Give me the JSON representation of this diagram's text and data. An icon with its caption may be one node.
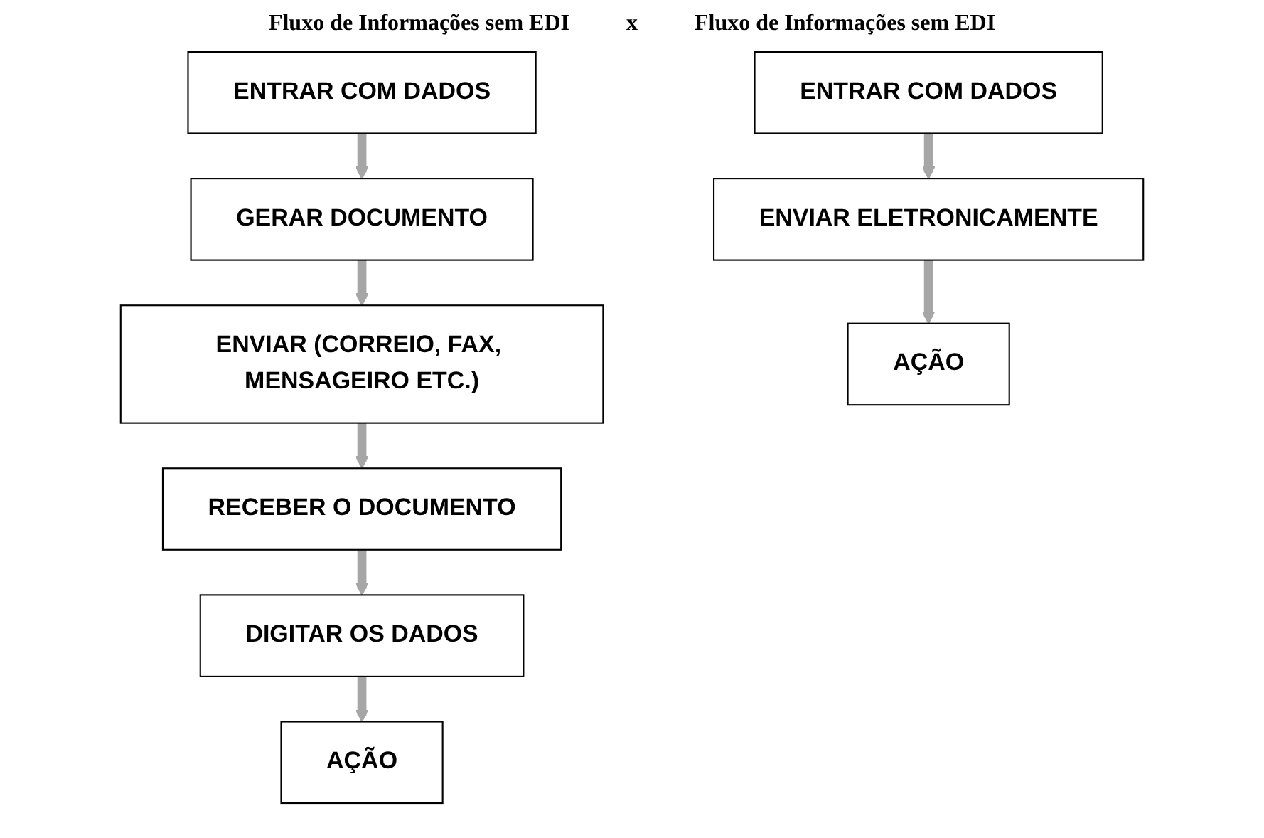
{
  "diagram": {
    "nodes": [
      {
        "text": [
          "ENTRAR COM DADOS"
        ]
      },
      {
        "text": [
          "ENTRAR COM DADOS"
        ]
      },
      {
        "text": [
          "GERAR DOCUMENTO"
        ]
      },
      {
        "text": [
          "ENVIAR (CORREIO, FAX, MENSAGEIRO ETC.)"
        ]
      },
      {
        "text": [
          "ENVIAR ELETRONICAMENTE"
        ]
      },
      {
        "text": [
          "RECEBER O DOCUMENTO"
        ]
      },
      {
        "text": [
          "DIGITAR OS DADOS"
        ]
      },
      {
        "text": [
          "AÇÃO"
        ]
      },
      {
        "text": [
          "AÇÃO"
        ]
      }
    ],
    "edges": [
      {
        "from": 0,
        "to": 2,
        "arrow": "to"
      },
      {
        "from": 2,
        "to": 3,
        "arrow": "to"
      },
      {
        "from": 3,
        "to": 5,
        "arrow": "to"
      },
      {
        "from": 5,
        "to": 6,
        "arrow": "to"
      },
      {
        "from": 6,
        "to": 7,
        "arrow": "to"
      },
      {
        "from": 1,
        "to": 4,
        "arrow": "to"
      },
      {
        "from": 4,
        "to": 8,
        "arrow": "to"
      }
    ],
    "labels": [
      "Fluxo de Informações sem EDI",
      "x",
      "Fluxo de Informações sem EDI"
    ]
  }
}
